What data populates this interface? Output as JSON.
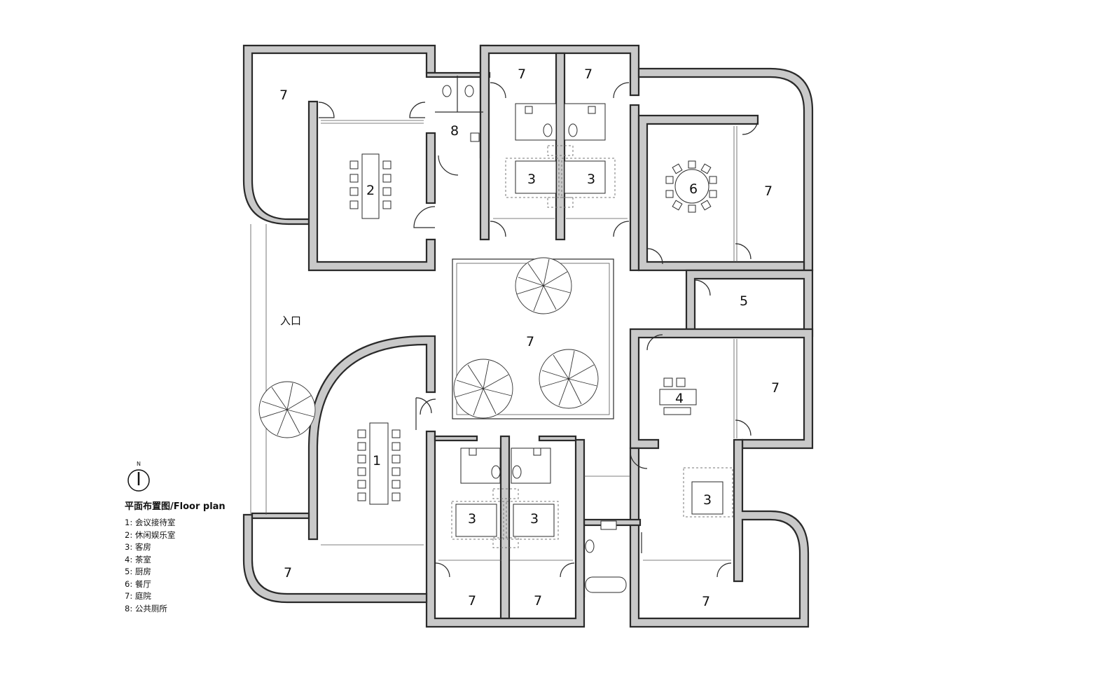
{
  "plan": {
    "entrance_label": "入口",
    "north_label": "N",
    "legend_title": "平面布置图/Floor plan",
    "legend_items": [
      "1:  会议接待室",
      "2:  休闲娱乐室",
      "3:  客房",
      "4:  茶室",
      "5:  厨房",
      "6:  餐厅",
      "7:  庭院",
      "8:  公共厕所"
    ],
    "room_labels": {
      "nw_court": "7",
      "rec_room": "2",
      "wc_public": "8",
      "n_court_a": "7",
      "n_court_b": "7",
      "guest_n_a": "3",
      "guest_n_b": "3",
      "dining": "6",
      "e_court_n": "7",
      "kitchen": "5",
      "central_court": "7",
      "tea_room": "4",
      "e_court_mid": "7",
      "meeting": "1",
      "guest_s_a": "3",
      "guest_s_b": "3",
      "guest_se": "3",
      "sw_court": "7",
      "s_court_a": "7",
      "s_court_b": "7",
      "se_court": "7"
    }
  }
}
